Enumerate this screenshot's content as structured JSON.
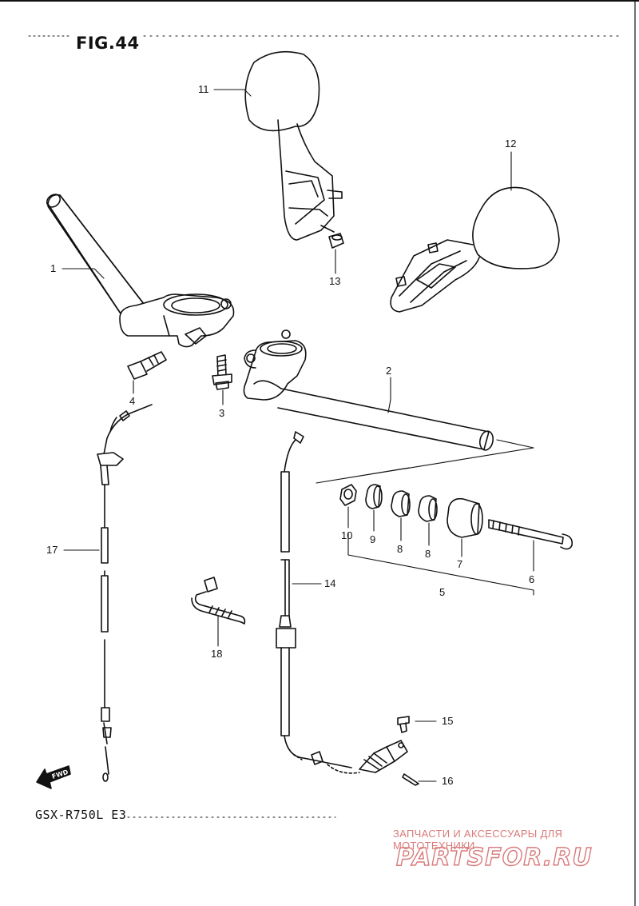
{
  "figure": {
    "title": "FIG.44",
    "model": "GSX-R750L  E3",
    "fwd_label": "FWD"
  },
  "watermark": {
    "tagline": "ЗАПЧАСТИ И АКСЕССУАРЫ ДЛЯ МОТОТЕХНИКИ",
    "logo_text": "PARTSFOR.RU",
    "color": "#d97b7b"
  },
  "callouts": [
    {
      "id": "c1",
      "label": "1"
    },
    {
      "id": "c2",
      "label": "2"
    },
    {
      "id": "c3",
      "label": "3"
    },
    {
      "id": "c4",
      "label": "4"
    },
    {
      "id": "c5",
      "label": "5"
    },
    {
      "id": "c6",
      "label": "6"
    },
    {
      "id": "c7",
      "label": "7"
    },
    {
      "id": "c8a",
      "label": "8"
    },
    {
      "id": "c8b",
      "label": "8"
    },
    {
      "id": "c9",
      "label": "9"
    },
    {
      "id": "c10",
      "label": "10"
    },
    {
      "id": "c11",
      "label": "11"
    },
    {
      "id": "c12",
      "label": "12"
    },
    {
      "id": "c13",
      "label": "13"
    },
    {
      "id": "c14",
      "label": "14"
    },
    {
      "id": "c15",
      "label": "15"
    },
    {
      "id": "c16",
      "label": "16"
    },
    {
      "id": "c17",
      "label": "17"
    },
    {
      "id": "c18",
      "label": "18"
    }
  ]
}
